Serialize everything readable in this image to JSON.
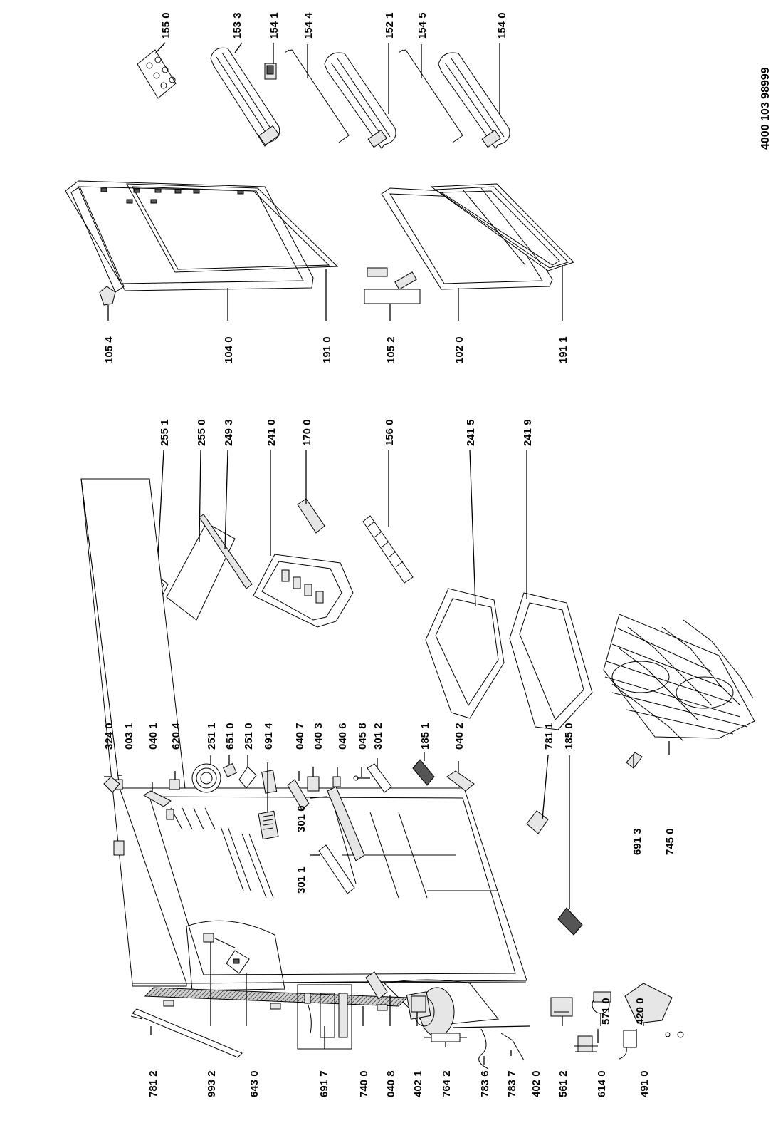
{
  "diagram": {
    "doc_number": "4000 103 98999",
    "labels": {
      "p1550": "155 0",
      "p1533": "153 3",
      "p1541": "154 1",
      "p1544": "154 4",
      "p1521": "152 1",
      "p1545": "154 5",
      "p1540": "154 0",
      "p1054": "105 4",
      "p1040": "104 0",
      "p1910": "191 0",
      "p1052": "105 2",
      "p1020": "102 0",
      "p1911": "191 1",
      "p2551": "255 1",
      "p2550": "255 0",
      "p2493": "249 3",
      "p2410": "241 0",
      "p1700": "170 0",
      "p1560": "156 0",
      "p2415": "241 5",
      "p2419": "241 9",
      "p3240": "324 0",
      "p0031": "003 1",
      "p0401": "040 1",
      "p6204": "620 4",
      "p2511": "251 1",
      "p6510": "651 0",
      "p2510": "251 0",
      "p6914": "691 4",
      "p0407": "040 7",
      "p0403": "040 3",
      "p0406": "040 6",
      "p0458": "045 8",
      "p3012": "301 2",
      "p1851": "185 1",
      "p0402": "040 2",
      "p3010": "301 0",
      "p3011": "301 1",
      "p7811": "781 1",
      "p1850": "185 0",
      "p6913": "691 3",
      "p7450": "745 0",
      "p5710": "571 0",
      "p4200": "420 0",
      "p7812": "781 2",
      "p9932": "993 2",
      "p6430": "643 0",
      "p6917": "691 7",
      "p7400": "740 0",
      "p0408": "040 8",
      "p4021": "402 1",
      "p7642": "764 2",
      "p7836": "783 6",
      "p7837": "783 7",
      "p4020": "402 0",
      "p5612": "561 2",
      "p6140": "614 0",
      "p4910": "491 0"
    }
  }
}
